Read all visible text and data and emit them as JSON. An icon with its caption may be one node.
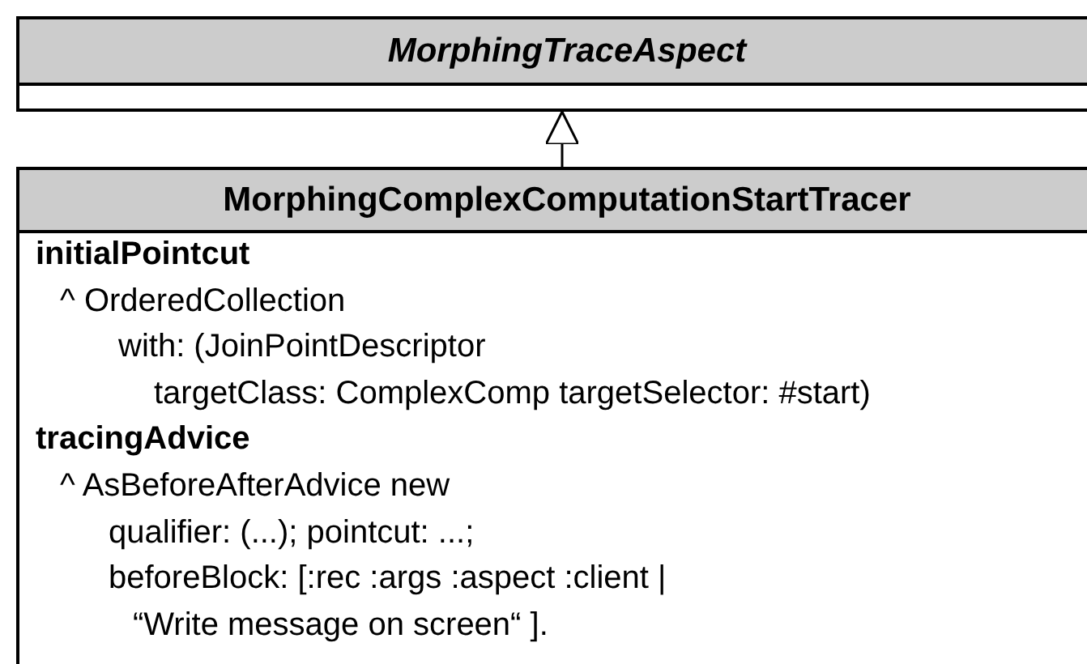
{
  "diagram": {
    "nodes": [
      {
        "text": [
          "MorphingTraceAspect"
        ]
      },
      {
        "text": [
          "MorphingComplexComputationStartTracer",
          "initialPointcut",
          "^ OrderedCollection",
          "with: (JoinPointDescriptor",
          "targetClass: ComplexComp targetSelector: #start)",
          "tracingAdvice",
          "^ AsBeforeAfterAdvice new",
          "qualifier: (...); pointcut: ...;",
          "beforeBlock: [:rec :args :aspect :client |",
          "“Write message on screen“ ]."
        ]
      }
    ],
    "edges": [
      {
        "from": 1,
        "to": 0,
        "arrow": "to"
      }
    ]
  }
}
